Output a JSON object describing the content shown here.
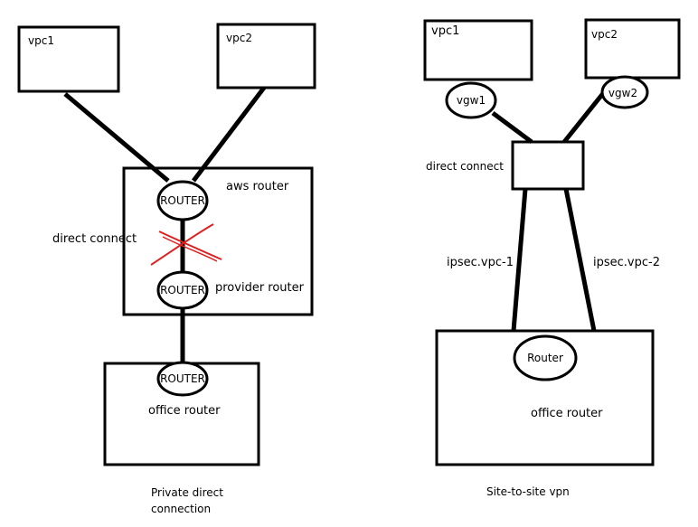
{
  "left": {
    "vpc1": "vpc1",
    "vpc2": "vpc2",
    "aws_router_label": "aws router",
    "router_top": "ROUTER",
    "direct_connect": "direct connect",
    "router_provider": "ROUTER",
    "provider_router_label": "provider router",
    "router_office": "ROUTER",
    "office_router_label": "office router",
    "caption_line1": "Private direct",
    "caption_line2": "connection"
  },
  "right": {
    "vpc1": "vpc1",
    "vpc2": "vpc2",
    "vgw1": "vgw1",
    "vgw2": "vgw2",
    "direct_connect": "direct connect",
    "ipsec1": "ipsec.vpc-1",
    "ipsec2": "ipsec.vpc-2",
    "router": "Router",
    "office_router_label": "office router",
    "caption": "Site-to-site vpn"
  },
  "colors": {
    "stroke": "#000000",
    "cross": "#e02020",
    "background": "#ffffff"
  }
}
